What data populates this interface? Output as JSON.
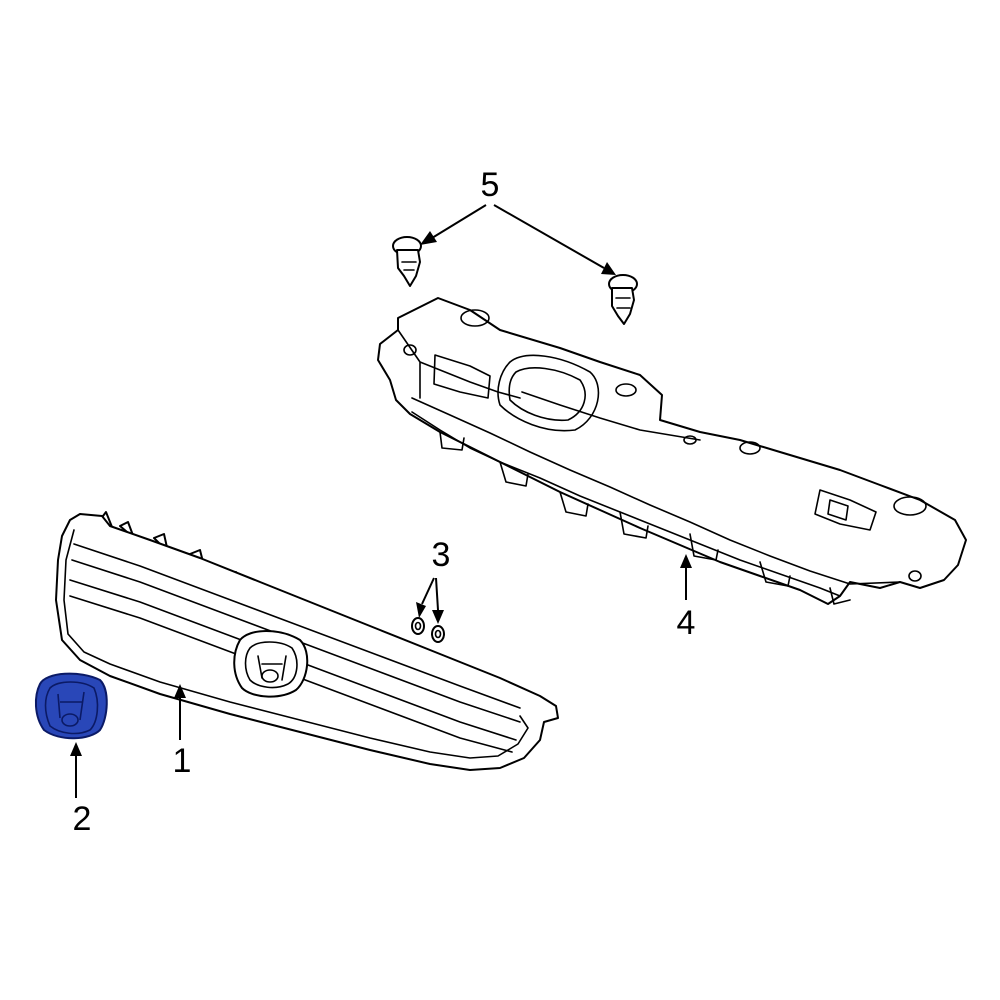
{
  "callouts": {
    "grille": "1",
    "emblem": "2",
    "clips_small": "3",
    "support_bracket": "4",
    "push_rivets": "5"
  },
  "colors": {
    "highlight": "#2947b8",
    "highlight_dark": "#0b1a66",
    "line": "#000000",
    "background": "#ffffff"
  }
}
